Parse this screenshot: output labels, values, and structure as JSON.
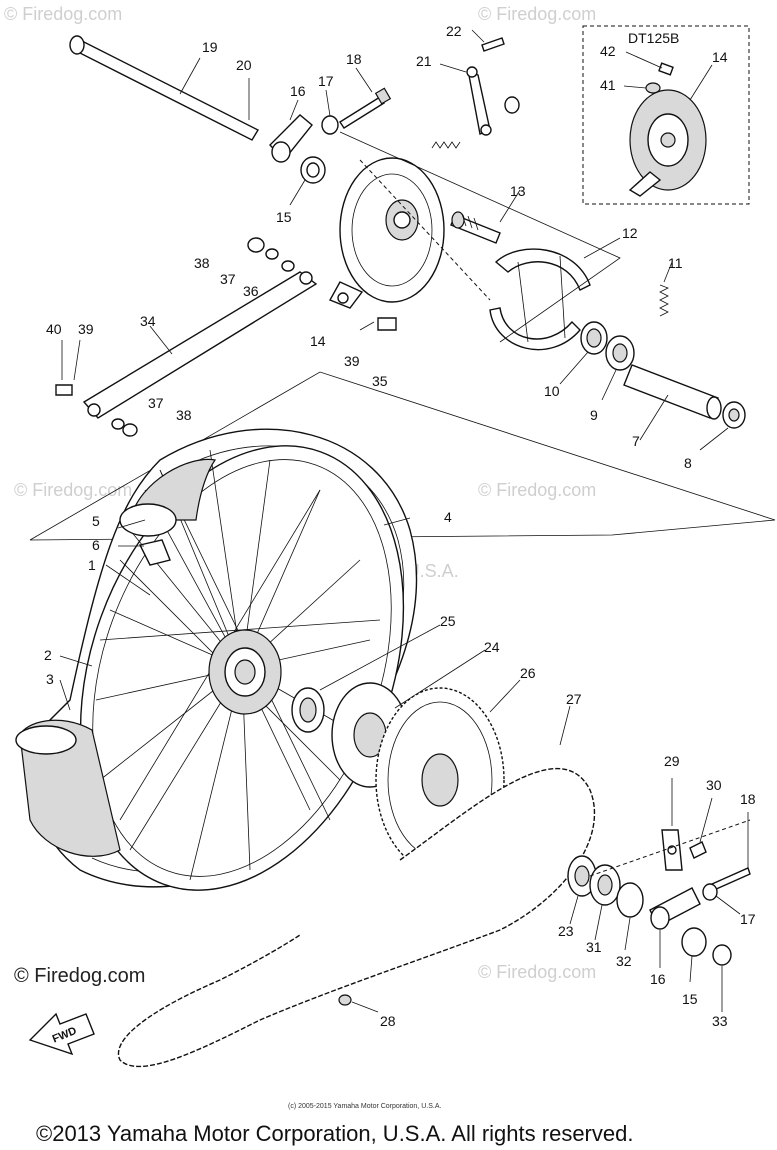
{
  "diagram": {
    "inset_title": "DT125B",
    "fwd_label": "FWD",
    "callouts": [
      {
        "id": "c19",
        "text": "19"
      },
      {
        "id": "c20",
        "text": "20"
      },
      {
        "id": "c16a",
        "text": "16"
      },
      {
        "id": "c17a",
        "text": "17"
      },
      {
        "id": "c18a",
        "text": "18"
      },
      {
        "id": "c22",
        "text": "22"
      },
      {
        "id": "c21",
        "text": "21"
      },
      {
        "id": "c42",
        "text": "42"
      },
      {
        "id": "c41",
        "text": "41"
      },
      {
        "id": "c14b",
        "text": "14"
      },
      {
        "id": "c15a",
        "text": "15"
      },
      {
        "id": "c13",
        "text": "13"
      },
      {
        "id": "c12",
        "text": "12"
      },
      {
        "id": "c11",
        "text": "11"
      },
      {
        "id": "c38a",
        "text": "38"
      },
      {
        "id": "c37a",
        "text": "37"
      },
      {
        "id": "c36",
        "text": "36"
      },
      {
        "id": "c34",
        "text": "34"
      },
      {
        "id": "c40",
        "text": "40"
      },
      {
        "id": "c39a",
        "text": "39"
      },
      {
        "id": "c14a",
        "text": "14"
      },
      {
        "id": "c39b",
        "text": "39"
      },
      {
        "id": "c35",
        "text": "35"
      },
      {
        "id": "c37b",
        "text": "37"
      },
      {
        "id": "c38b",
        "text": "38"
      },
      {
        "id": "c10",
        "text": "10"
      },
      {
        "id": "c9",
        "text": "9"
      },
      {
        "id": "c7",
        "text": "7"
      },
      {
        "id": "c8",
        "text": "8"
      },
      {
        "id": "c5",
        "text": "5"
      },
      {
        "id": "c6",
        "text": "6"
      },
      {
        "id": "c1",
        "text": "1"
      },
      {
        "id": "c4",
        "text": "4"
      },
      {
        "id": "c25",
        "text": "25"
      },
      {
        "id": "c24",
        "text": "24"
      },
      {
        "id": "c26",
        "text": "26"
      },
      {
        "id": "c27",
        "text": "27"
      },
      {
        "id": "c2",
        "text": "2"
      },
      {
        "id": "c3",
        "text": "3"
      },
      {
        "id": "c29",
        "text": "29"
      },
      {
        "id": "c30",
        "text": "30"
      },
      {
        "id": "c18b",
        "text": "18"
      },
      {
        "id": "c17b",
        "text": "17"
      },
      {
        "id": "c23",
        "text": "23"
      },
      {
        "id": "c31",
        "text": "31"
      },
      {
        "id": "c32",
        "text": "32"
      },
      {
        "id": "c16b",
        "text": "16"
      },
      {
        "id": "c15b",
        "text": "15"
      },
      {
        "id": "c33",
        "text": "33"
      },
      {
        "id": "c28",
        "text": "28"
      }
    ]
  },
  "watermarks": {
    "firedog_small": "© Firedog.com",
    "firedog_large": "© Firedog.com",
    "yamaha_center": "© Yamaha Motor Corp, U.S.A.",
    "source_credit": "(c) 2005-2015 Yamaha Motor Corporation, U.S.A."
  },
  "footer": {
    "copyright": "©2013 Yamaha Motor Corporation, U.S.A. All rights reserved."
  }
}
